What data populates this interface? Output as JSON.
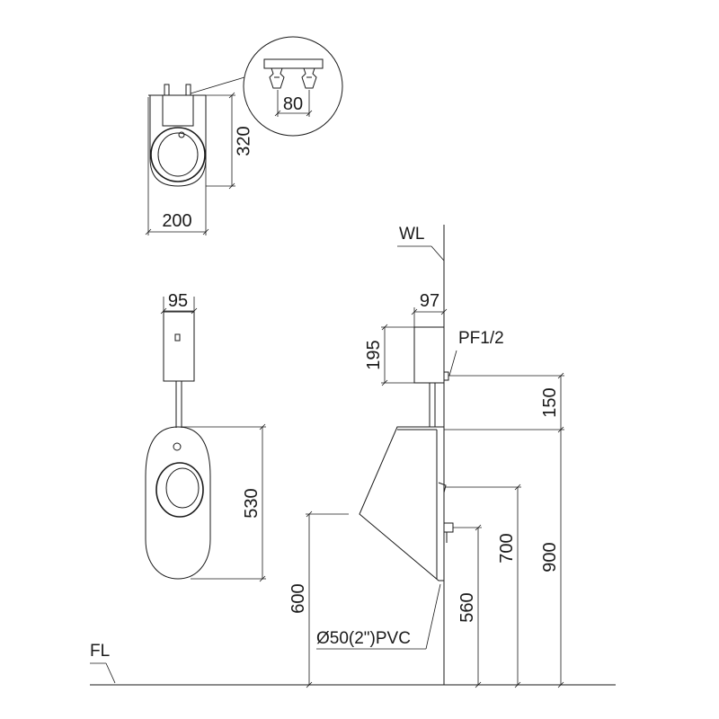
{
  "dimensions": {
    "top_view_width": "200",
    "top_view_depth": "320",
    "detail_spacing": "80",
    "front_tank_width": "95",
    "front_bowl_height": "530",
    "side_tank_depth": "97",
    "side_tank_height": "195",
    "supply_offset": "150",
    "outlet_height": "700",
    "wl_height": "900",
    "drain_height": "560",
    "rim_height": "600"
  },
  "labels": {
    "water_line": "WL",
    "floor_line": "FL",
    "supply_thread": "PF1/2",
    "drain_pipe": "Ø50(2\")PVC"
  }
}
